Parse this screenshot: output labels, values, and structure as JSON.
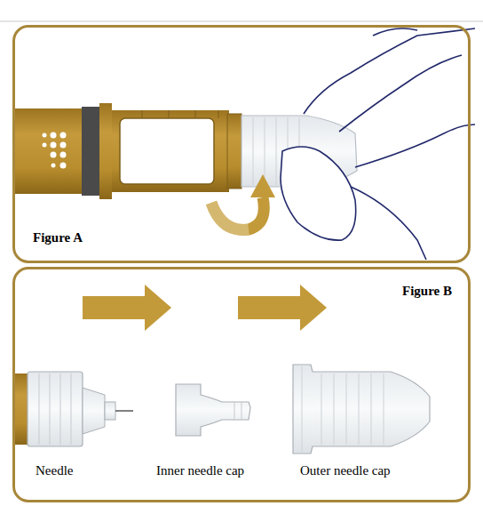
{
  "diagram": {
    "nodes": [
      {
        "text": [
          "Figure A"
        ]
      },
      {
        "text": [
          "Figure B"
        ]
      }
    ],
    "labels": [
      "Needle",
      "Inner needle cap",
      "Outer needle cap"
    ]
  }
}
